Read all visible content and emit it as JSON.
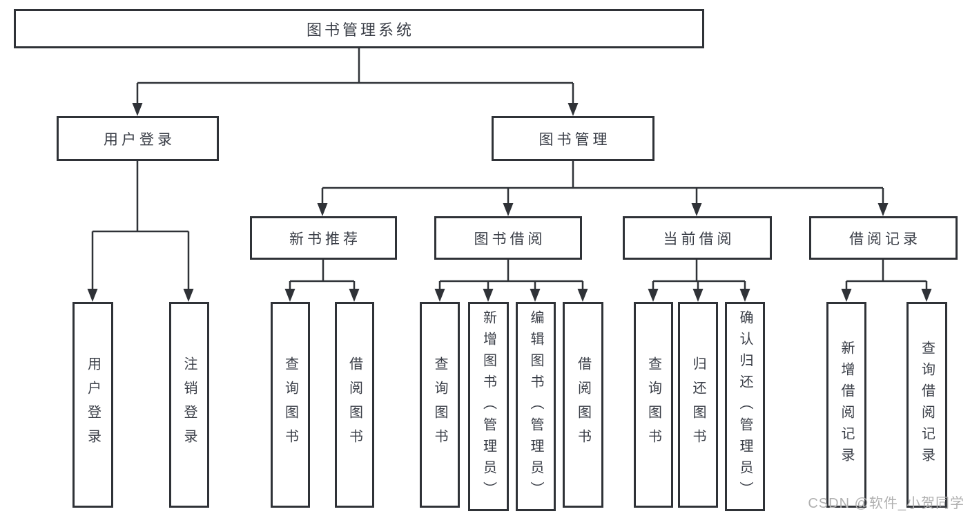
{
  "colors": {
    "line": "#2f3237",
    "text": "#3a3e47",
    "watermark": "#b0b0b0",
    "background": "#ffffff"
  },
  "watermark": {
    "text": "CSDN @软件_小贺同学"
  },
  "tree": {
    "label": "图书管理系统",
    "children": [
      {
        "label": "用户登录",
        "children": [
          {
            "label": "用户登录"
          },
          {
            "label": "注销登录"
          }
        ]
      },
      {
        "label": "图书管理",
        "children": [
          {
            "label": "新书推荐",
            "children": [
              {
                "label": "查询图书"
              },
              {
                "label": "借阅图书"
              }
            ]
          },
          {
            "label": "图书借阅",
            "children": [
              {
                "label": "查询图书"
              },
              {
                "label": "新增图书（管理员）"
              },
              {
                "label": "编辑图书（管理员）"
              },
              {
                "label": "借阅图书"
              }
            ]
          },
          {
            "label": "当前借阅",
            "children": [
              {
                "label": "查询图书"
              },
              {
                "label": "归还图书"
              },
              {
                "label": "确认归还（管理员）"
              }
            ]
          },
          {
            "label": "借阅记录",
            "children": [
              {
                "label": "新增借阅记录"
              },
              {
                "label": "查询借阅记录"
              }
            ]
          }
        ]
      }
    ]
  }
}
